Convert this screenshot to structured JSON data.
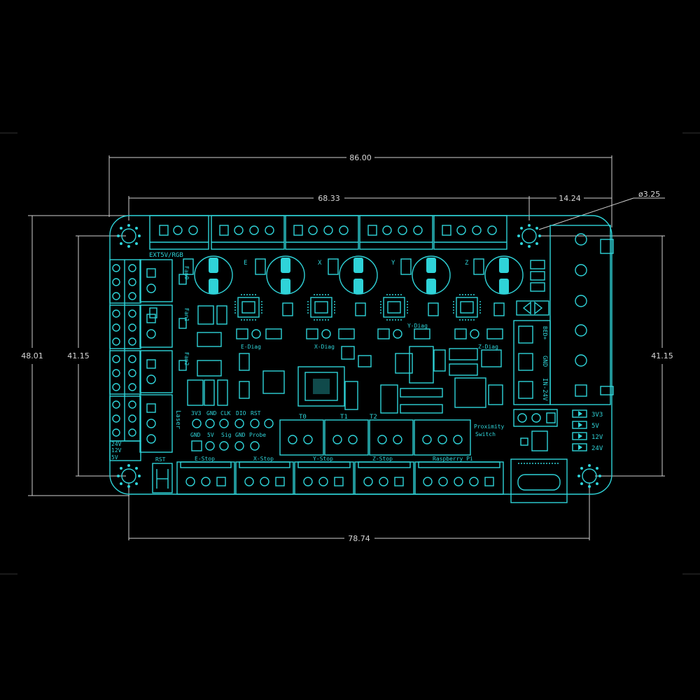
{
  "dimensions": {
    "overall_width": "86.00",
    "hole_span_top": "68.33",
    "right_offset": "14.24",
    "hole_diameter": "ø3.25",
    "overall_height": "48.01",
    "hole_span_left": "41.15",
    "hole_span_right": "41.15",
    "hole_span_bottom": "78.74"
  },
  "labels": {
    "ext5v": "EXT5V/RGB",
    "axis_e": "E",
    "axis_x": "X",
    "axis_y": "Y",
    "axis_z": "Z",
    "fan0": "Fan0",
    "fan1": "Fan1",
    "fan2": "Fan2",
    "laser": "Laser",
    "e_diag": "E-Diag",
    "x_diag": "X-Diag",
    "y_diag": "Y-Diag",
    "z_diag": "Z-Diag",
    "header_top": [
      "3V3",
      "GND",
      "CLK",
      "DIO",
      "RST"
    ],
    "header_bottom": [
      "GND",
      "5V",
      "Sig",
      "GND",
      "Probe"
    ],
    "t0": "T0",
    "t1": "T1",
    "t2": "T2",
    "proximity": "Proximity",
    "switch": "Switch",
    "rst": "RST",
    "e_stop": "E-Stop",
    "x_stop": "X-Stop",
    "y_stop": "Y-Stop",
    "z_stop": "Z-Stop",
    "raspberry": "Raspberry Pi",
    "v24": "24V",
    "v12": "12V",
    "v5": "5V",
    "in24": "IN-24V",
    "gnd": "GND",
    "bed": "BED+",
    "led_3v3": "3V3",
    "led_5v": "5V",
    "led_12v": "12V",
    "led_24v": "24V"
  }
}
